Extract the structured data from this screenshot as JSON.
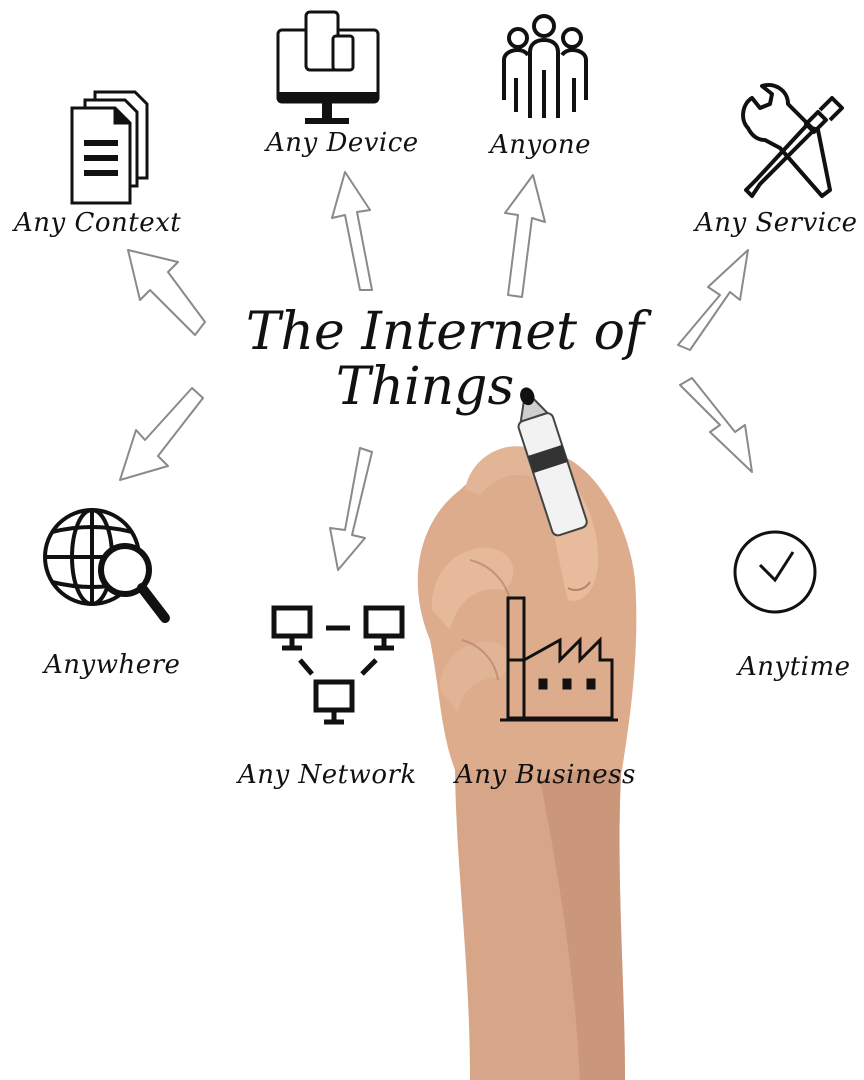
{
  "diagram": {
    "title_line1": "The Internet of",
    "title_line2": "Things",
    "nodes": {
      "context": {
        "label": "Any Context",
        "icon": "documents-icon"
      },
      "device": {
        "label": "Any Device",
        "icon": "devices-icon"
      },
      "anyone": {
        "label": "Anyone",
        "icon": "people-icon"
      },
      "service": {
        "label": "Any Service",
        "icon": "tools-icon"
      },
      "anywhere": {
        "label": "Anywhere",
        "icon": "globe-search-icon"
      },
      "network": {
        "label": "Any Network",
        "icon": "network-icon"
      },
      "business": {
        "label": "Any Business",
        "icon": "factory-icon"
      },
      "anytime": {
        "label": "Anytime",
        "icon": "clock-icon"
      }
    }
  },
  "colors": {
    "ink": "#111111",
    "arrow": "#888888",
    "skin": "#d9a98a",
    "skin_shadow": "#b98266"
  }
}
